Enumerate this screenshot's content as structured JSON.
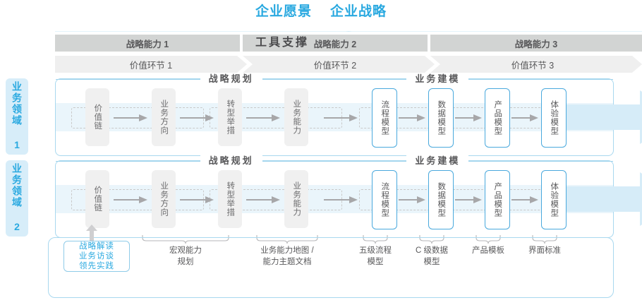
{
  "title": {
    "vision": "企业愿景",
    "strategy": "企业战略"
  },
  "capability_band": [
    "战略能力 1",
    "战略能力 2",
    "战略能力 3"
  ],
  "value_band": [
    "价值环节 1",
    "价值环节 2",
    "价值环节 3"
  ],
  "domains": [
    {
      "label": "业务领域 1"
    },
    {
      "label": "业务领域 2"
    }
  ],
  "sections": {
    "planning": "战略规划",
    "modeling": "业务建模"
  },
  "nodes": [
    {
      "label": "价值链",
      "style": "gray"
    },
    {
      "label": "业务方向",
      "style": "gray"
    },
    {
      "label": "转型举措",
      "style": "gray"
    },
    {
      "label": "业务能力",
      "style": "gray"
    },
    {
      "label": "流程模型",
      "style": "blue"
    },
    {
      "label": "数据模型",
      "style": "blue"
    },
    {
      "label": "产品模型",
      "style": "blue"
    },
    {
      "label": "体验模型",
      "style": "blue"
    }
  ],
  "bottom_labels": [
    "宏观能力\n规划",
    "业务能力地图 /\n能力主题文档",
    "五级流程\n模型",
    "C 级数据\n模型",
    "产品模板",
    "界面标准"
  ],
  "strategy_box": {
    "line1": "战略解读",
    "line2": "业务访谈",
    "line3": "领先实践"
  },
  "tool_support": "工具支撑",
  "colors": {
    "accent": "#2aa9e0",
    "band_dark": "#d2d4d3",
    "band_light": "#efefef",
    "track": "#eaf5fb",
    "domain_bg": "#d7edf9",
    "node_gray": "#f0f0f0",
    "border_blue": "#a8d8ef",
    "text": "#58585a"
  }
}
